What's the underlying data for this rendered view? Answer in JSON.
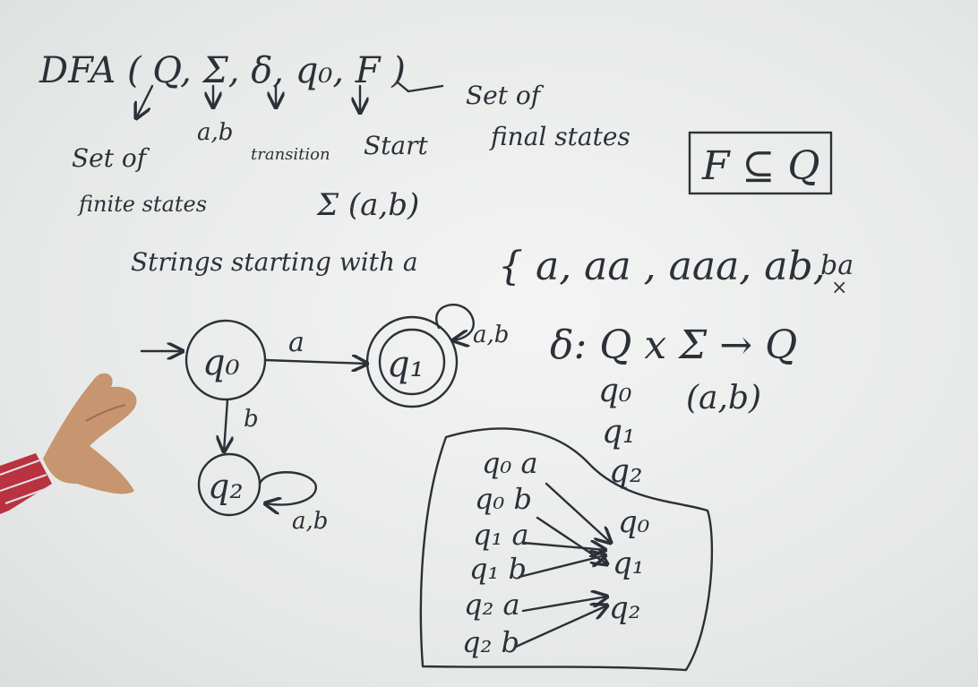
{
  "header": {
    "dfa_tuple": "DFA ( Q, Σ, δ, q₀, F )"
  },
  "annotations": {
    "q_label_line1": "Set of",
    "q_label_line2": "finite states",
    "sigma_label": "a,b",
    "delta_label": "transition",
    "q0_label": "Start",
    "f_label_line1": "Set of",
    "f_label_line2": "final states",
    "sigma_set": "Σ (a,b)",
    "subset_box": "F ⊆ Q"
  },
  "strings": {
    "label": "Strings starting with a",
    "set": "{ a, aa , aaa, ab,",
    "excluded": "ba",
    "excluded_mark": "×"
  },
  "automaton": {
    "states": [
      {
        "id": "q0",
        "label": "q₀",
        "start": true,
        "final": false
      },
      {
        "id": "q1",
        "label": "q₁",
        "start": false,
        "final": true
      },
      {
        "id": "q2",
        "label": "q₂",
        "start": false,
        "final": false
      }
    ],
    "transitions": [
      {
        "from": "q0",
        "to": "q1",
        "label": "a"
      },
      {
        "from": "q0",
        "to": "q2",
        "label": "b"
      },
      {
        "from": "q1",
        "to": "q1",
        "label": "a,b"
      },
      {
        "from": "q2",
        "to": "q2",
        "label": "a,b"
      }
    ]
  },
  "delta_function": {
    "signature": "δ: Q x Σ → Q",
    "states_column": [
      "q₀",
      "q₁",
      "q₂"
    ],
    "sigma_values": "(a,b)"
  },
  "mapping_box": {
    "left": [
      "q₀ a",
      "q₀ b",
      "q₁ a",
      "q₁ b",
      "q₂ a",
      "q₂ b"
    ],
    "right": [
      "q₀",
      "q₁",
      "q₂"
    ]
  }
}
